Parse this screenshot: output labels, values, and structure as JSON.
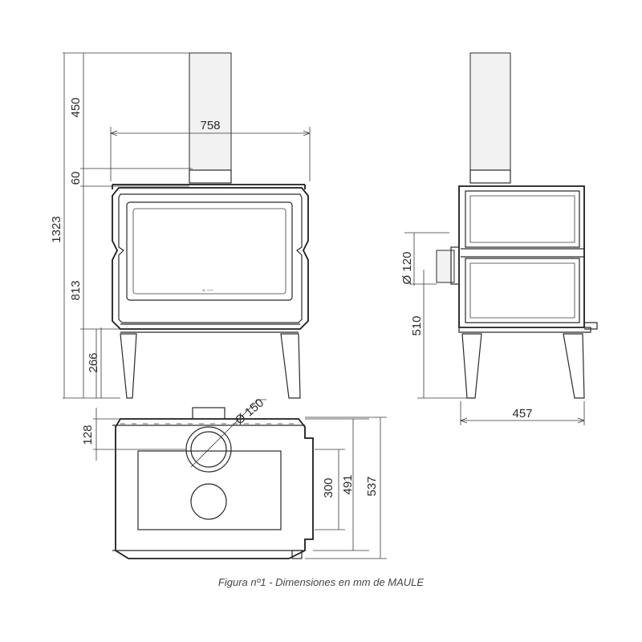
{
  "dimensions": {
    "chimney_height": "450",
    "width": "758",
    "top_to_flue": "60",
    "total_height": "1323",
    "body_height": "813",
    "leg_height": "266",
    "flue_diameter": "Ø 120",
    "side_flue_height": "510",
    "depth": "457",
    "top_rear_offset": "128",
    "top_flue_diameter": "Ø 150",
    "firebox_depth": "300",
    "body_depth": "491",
    "total_depth": "537"
  },
  "caption": "Figura nº1 - Dimensiones en mm de MAULE",
  "colors": {
    "line": "#2a2a2a",
    "pipe_fill": "#f2f2f2",
    "text": "#2b2b2b"
  }
}
